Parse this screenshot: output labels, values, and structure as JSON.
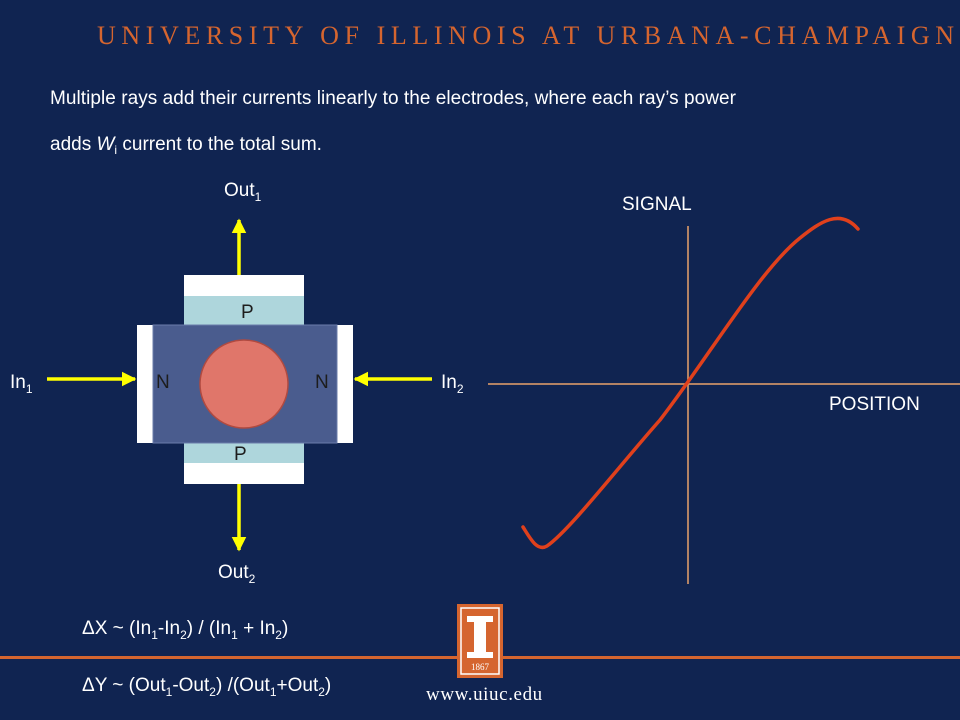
{
  "header": {
    "title": "UNIVERSITY OF ILLINOIS AT URBANA-CHAMPAIGN",
    "accent_color": "#d5652f"
  },
  "intro": {
    "line1": "Multiple rays add their currents linearly to the electrodes, where each ray’s power",
    "line2_before": "adds ",
    "line2_symbol": "W",
    "line2_sub": "i",
    "line2_after": " current to the total sum."
  },
  "detector": {
    "out1": {
      "text": "Out",
      "sub": "1"
    },
    "out2": {
      "text": "Out",
      "sub": "2"
    },
    "in1": {
      "text": "In",
      "sub": "1"
    },
    "in2": {
      "text": "In",
      "sub": "2"
    },
    "p_top": "P",
    "p_bottom": "P",
    "n_left": "N",
    "n_right": "N",
    "colors": {
      "arrow": "#ffff00",
      "electrode": "#ffffff",
      "p_layer": "#aed6dc",
      "n_region": "#4a5c8e",
      "spot": "#e0766a"
    }
  },
  "graph": {
    "y_label": "SIGNAL",
    "x_label": "POSITION",
    "curve_color": "#e0401c"
  },
  "equations": {
    "dx": {
      "prefix": "ΔX ~ (In",
      "s1": "1",
      "mid1": "-In",
      "s2": "2",
      "mid2": ") / (In",
      "s3": "1",
      "mid3": " + In",
      "s4": "2",
      "end": ")"
    },
    "dy": {
      "prefix": "ΔY ~ (Out",
      "s1": "1",
      "mid1": "-Out",
      "s2": "2",
      "mid2": ") /(Out",
      "s3": "1",
      "mid3": "+Out",
      "s4": "2",
      "end": ")"
    }
  },
  "footer": {
    "url": "www.uiuc.edu",
    "logo_year": "1867",
    "logo_icon": "illinois-column-logo"
  }
}
